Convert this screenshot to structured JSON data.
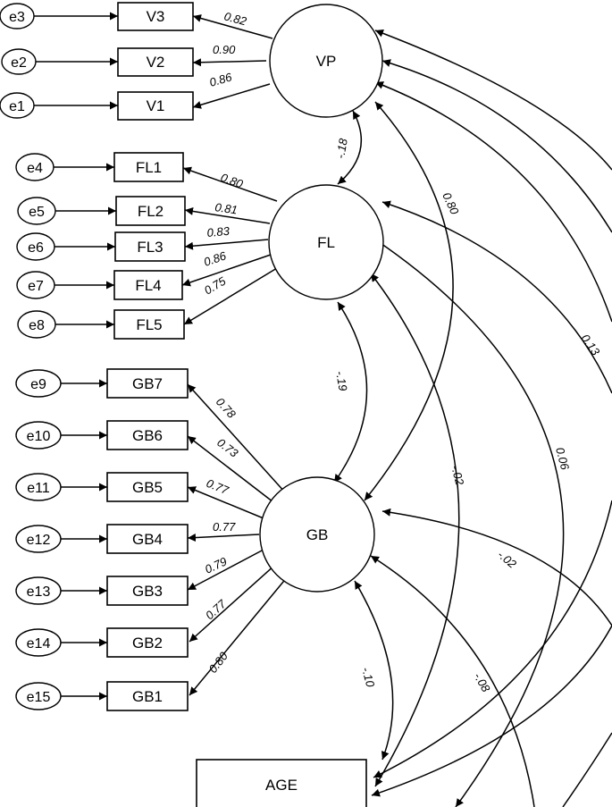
{
  "latents": [
    {
      "id": "VP",
      "label": "VP"
    },
    {
      "id": "FL",
      "label": "FL"
    },
    {
      "id": "GB",
      "label": "GB"
    }
  ],
  "observed": [
    {
      "id": "V3",
      "label": "V3",
      "error": "e3",
      "loading": "0.82"
    },
    {
      "id": "V2",
      "label": "V2",
      "error": "e2",
      "loading": "0.90"
    },
    {
      "id": "V1",
      "label": "V1",
      "error": "e1",
      "loading": "0.86"
    },
    {
      "id": "FL1",
      "label": "FL1",
      "error": "e4",
      "loading": "0.80"
    },
    {
      "id": "FL2",
      "label": "FL2",
      "error": "e5",
      "loading": "0.81"
    },
    {
      "id": "FL3",
      "label": "FL3",
      "error": "e6",
      "loading": "0.83"
    },
    {
      "id": "FL4",
      "label": "FL4",
      "error": "e7",
      "loading": "0.86"
    },
    {
      "id": "FL5",
      "label": "FL5",
      "error": "e8",
      "loading": "0.75"
    },
    {
      "id": "GB7",
      "label": "GB7",
      "error": "e9",
      "loading": "0.78"
    },
    {
      "id": "GB6",
      "label": "GB6",
      "error": "e10",
      "loading": "0.73"
    },
    {
      "id": "GB5",
      "label": "GB5",
      "error": "e11",
      "loading": "0.77"
    },
    {
      "id": "GB4",
      "label": "GB4",
      "error": "e12",
      "loading": "0.77"
    },
    {
      "id": "GB3",
      "label": "GB3",
      "error": "e13",
      "loading": "0.79"
    },
    {
      "id": "GB2",
      "label": "GB2",
      "error": "e14",
      "loading": "0.77"
    },
    {
      "id": "GB1",
      "label": "GB1",
      "error": "e15",
      "loading": "0.80"
    }
  ],
  "covariate": {
    "id": "AGE",
    "label": "AGE"
  },
  "correlations": {
    "vp_fl": "-.18",
    "vp_gb": "0.80",
    "fl_gb": "-.19",
    "gb_age": "-.10",
    "vp_age_a": "-.02",
    "fl_age": "0.06",
    "fl_offscreen": "0.13",
    "gb_offscreen": "-.02",
    "gb_age_b": "-.08"
  }
}
